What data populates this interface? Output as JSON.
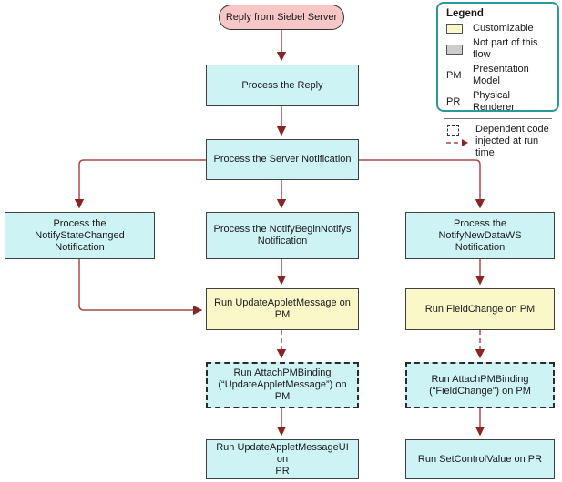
{
  "colors": {
    "node_fill": "#CDF3F5",
    "customizable_fill": "#FAF8C8",
    "start_fill": "#F7C6C6",
    "not_in_flow_fill": "#CCCCCC",
    "arrow_line": "#A84A4A",
    "arrowhead": "#8B2424",
    "legend_border": "#2E9898",
    "node_border": "#404040"
  },
  "flow": {
    "start": "Reply from Siebel Server",
    "process_reply": "Process the Reply",
    "process_server_notification": "Process the Server Notification",
    "notify_state_changed": "Process the\nNotifyStateChanged Notification",
    "notify_begin_notifys": "Process the NotifyBeginNotifys\nNotification",
    "notify_new_data_ws": "Process the  NotifyNewDataWS\nNotification",
    "run_update_applet_message": "Run UpdateAppletMessage on\nPM",
    "run_field_change": "Run FieldChange on PM",
    "run_attach_pm_binding_update": "Run AttachPMBinding\n(“UpdateAppletMessage”) on PM",
    "run_attach_pm_binding_field": "Run AttachPMBinding\n(“FieldChange”) on PM",
    "run_update_applet_message_ui": "Run UpdateAppletMessageUI on\nPR",
    "run_set_control_value": "Run SetControlValue on PR"
  },
  "legend": {
    "title": "Legend",
    "customizable": "Customizable",
    "not_part_of_flow": "Not part of this flow",
    "pm_key": "PM",
    "pm_label": "Presentation Model",
    "pr_key": "PR",
    "pr_label": "Physical Renderer",
    "dependent": "Dependent code\ninjected at run time"
  }
}
